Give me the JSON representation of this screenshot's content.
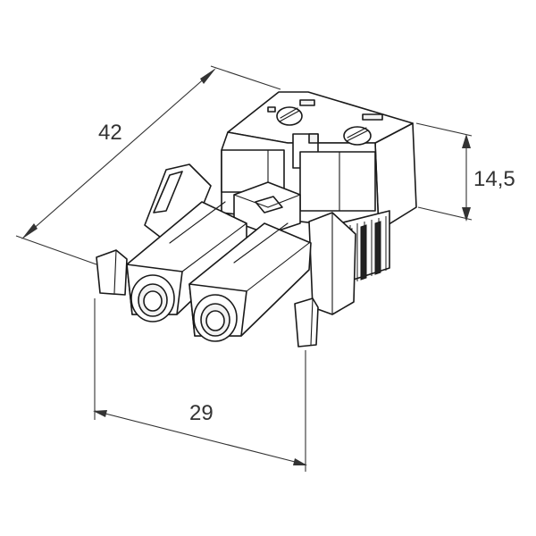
{
  "dimensions": {
    "length": "42",
    "height": "14,5",
    "width": "29"
  }
}
